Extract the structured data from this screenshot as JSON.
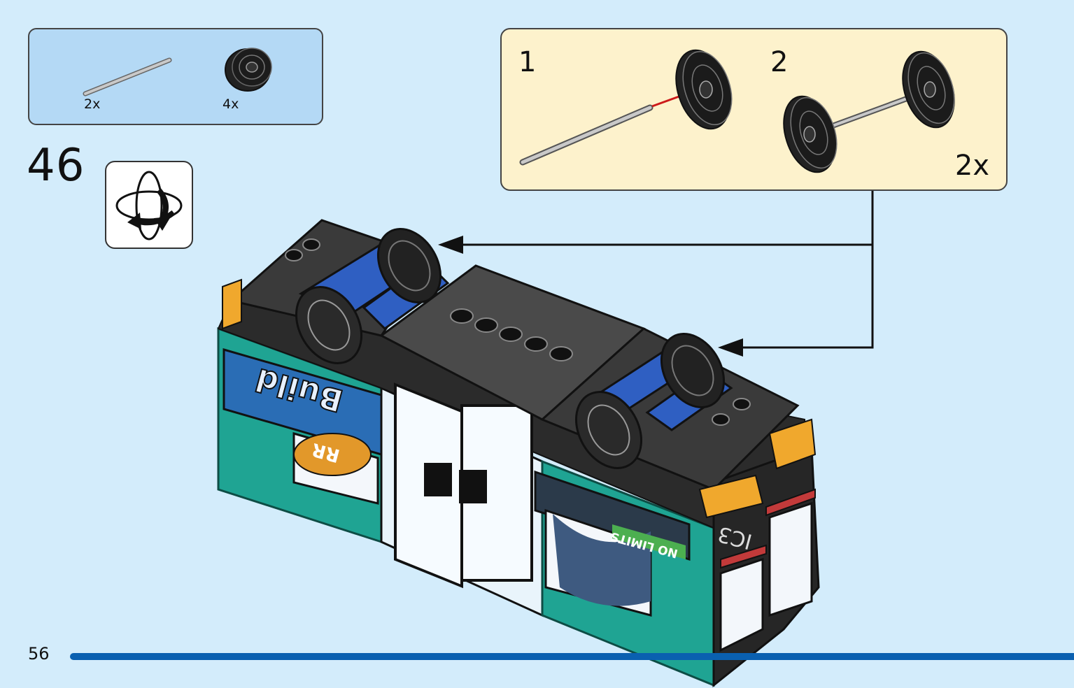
{
  "parts_list": {
    "items": [
      {
        "name": "axle-icon",
        "count": "2x"
      },
      {
        "name": "wheel-icon",
        "count": "4x"
      }
    ]
  },
  "step": {
    "number": "46",
    "rotate_icon": "rotate-model-icon"
  },
  "sub_assembly": {
    "steps": [
      {
        "label": "1"
      },
      {
        "label": "2"
      }
    ],
    "multiplier": "2x",
    "arrow_color": "#cc1a1a"
  },
  "model_decals": {
    "left_sign": "Build",
    "left_badge": "RR",
    "right_sign": "NO LIMITS",
    "number_plate": "IC3"
  },
  "page": {
    "number": "56",
    "accent": "#0a60b0"
  }
}
